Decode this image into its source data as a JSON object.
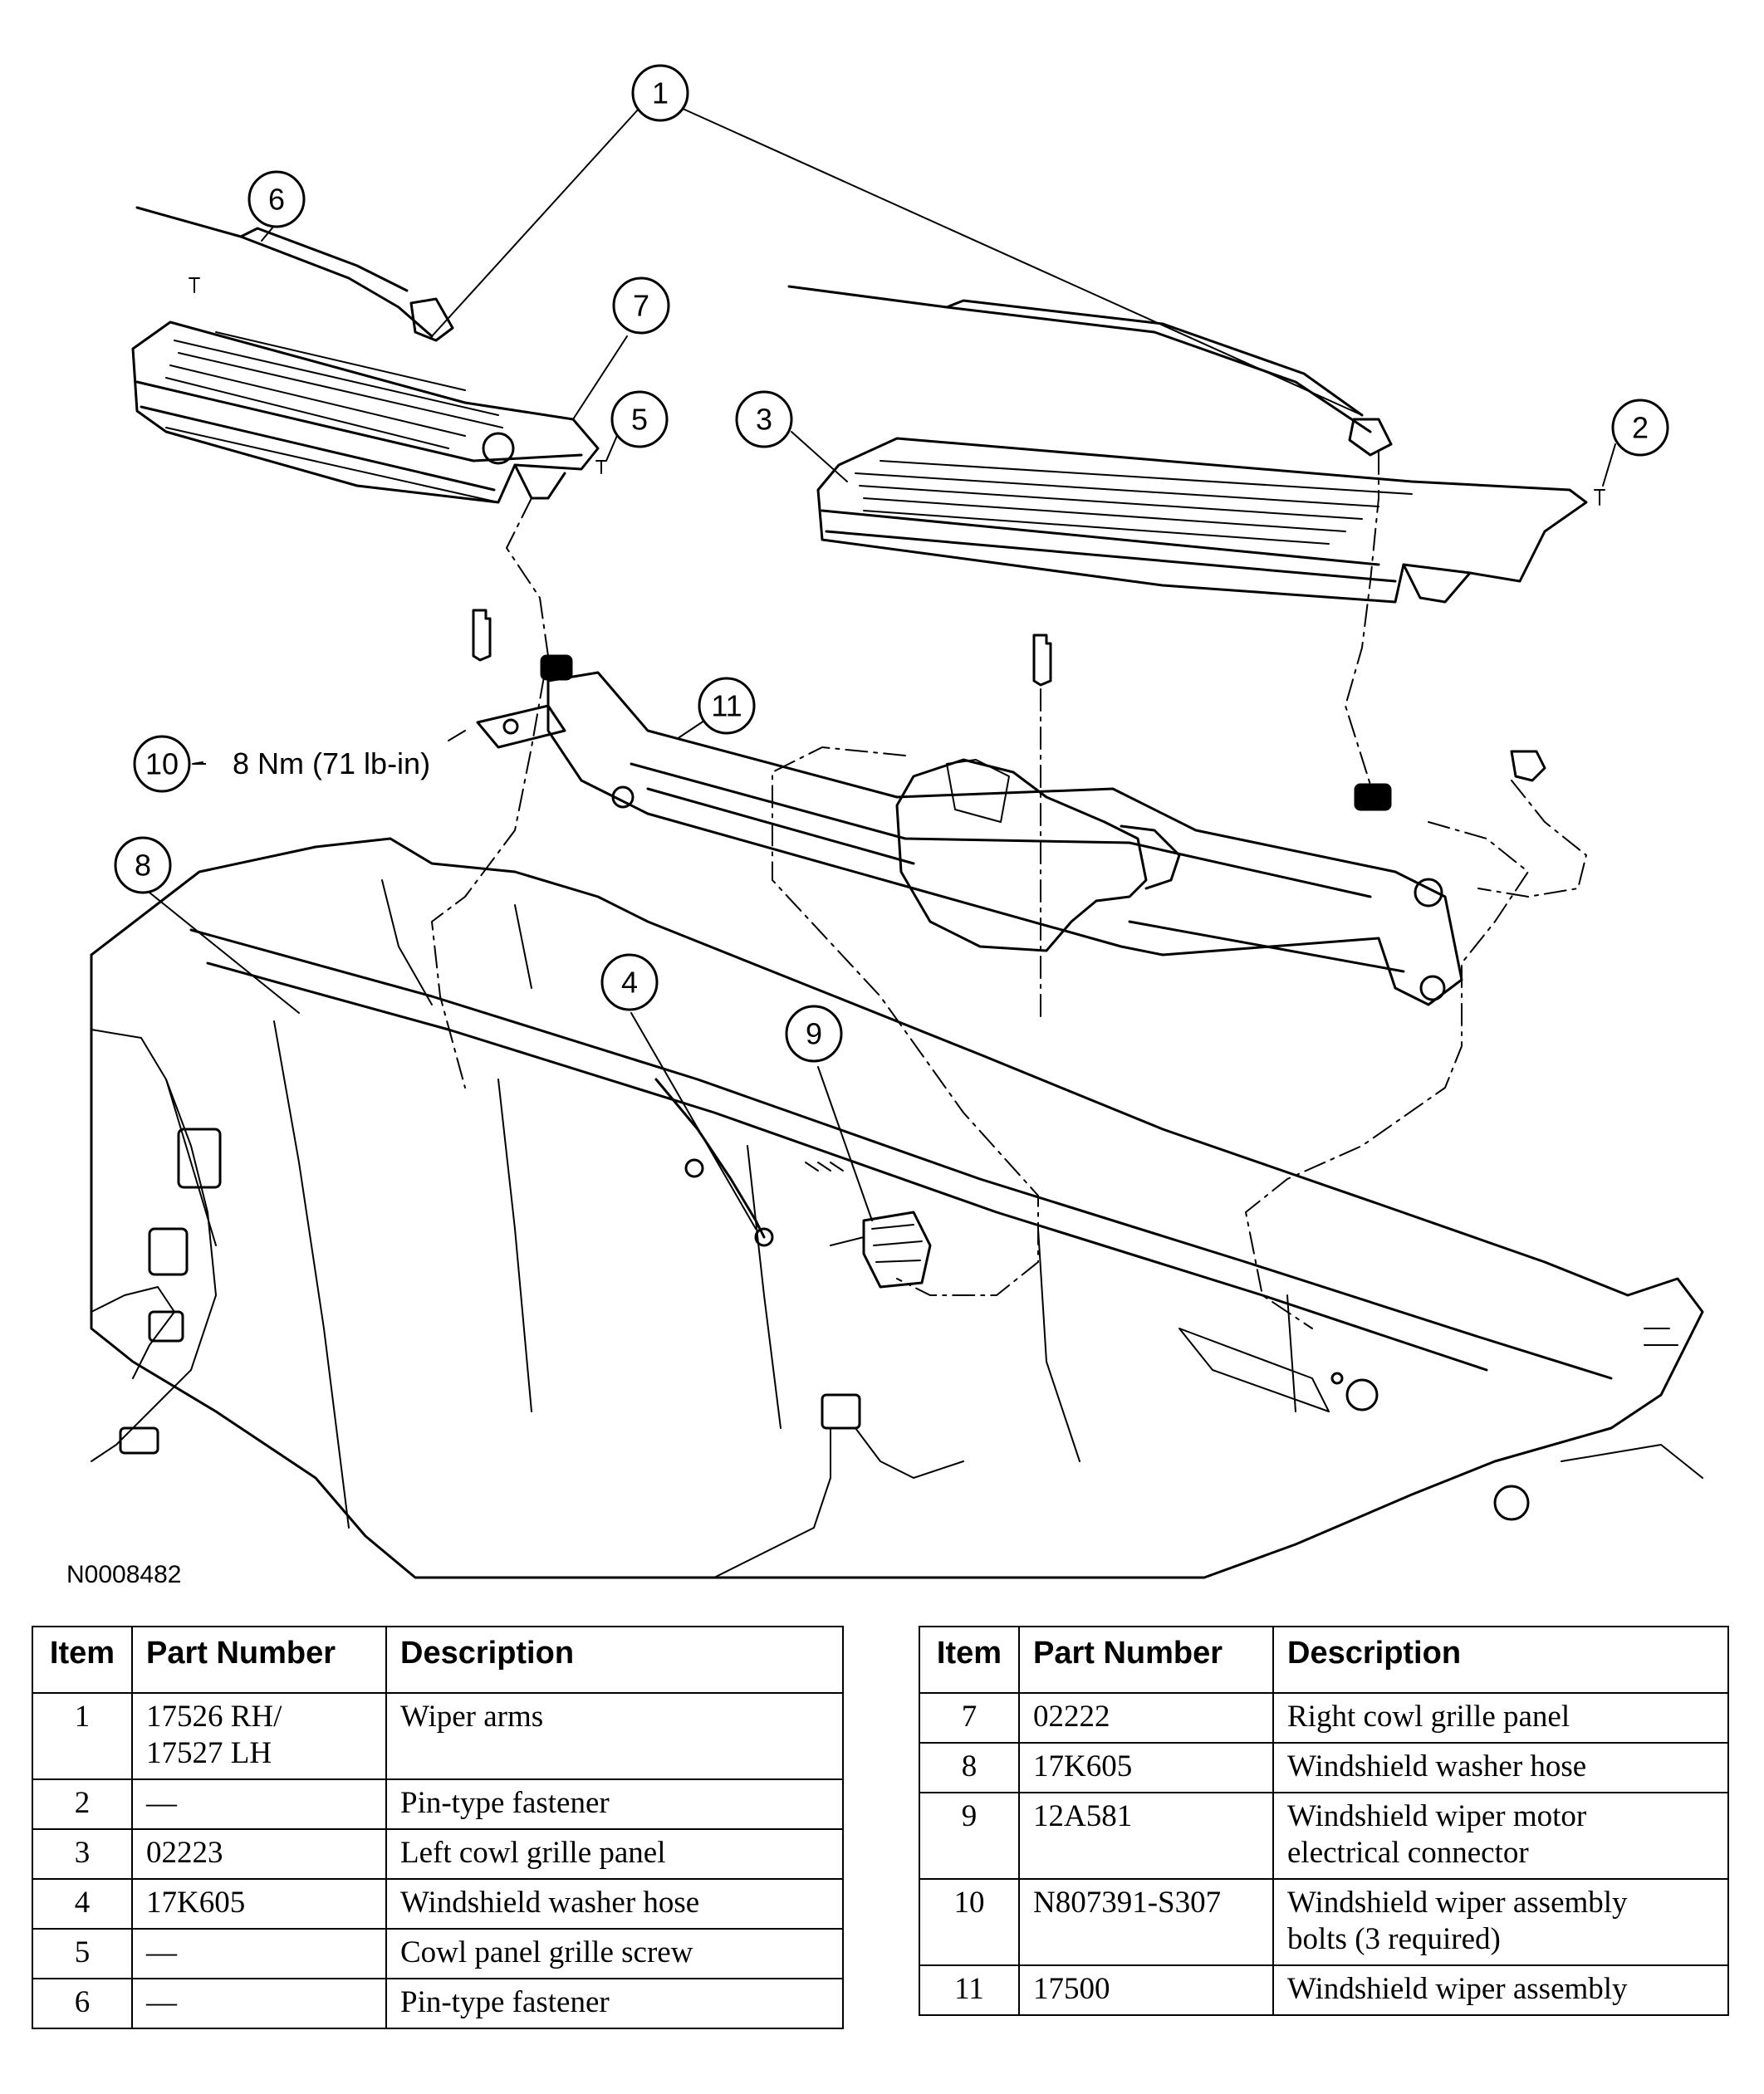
{
  "figure_id": "N0008482",
  "torque_label": "8 Nm (71 lb-in)",
  "callouts": [
    "1",
    "2",
    "3",
    "4",
    "5",
    "6",
    "7",
    "8",
    "9",
    "10",
    "11"
  ],
  "table_headers": {
    "item": "Item",
    "part_number": "Part Number",
    "description": "Description"
  },
  "table_left": [
    {
      "item": "1",
      "part": "17526 RH/\n17527 LH",
      "desc": "Wiper arms"
    },
    {
      "item": "2",
      "part": "—",
      "desc": "Pin-type fastener"
    },
    {
      "item": "3",
      "part": "02223",
      "desc": "Left cowl grille panel"
    },
    {
      "item": "4",
      "part": "17K605",
      "desc": "Windshield washer hose"
    },
    {
      "item": "5",
      "part": "—",
      "desc": "Cowl panel grille screw"
    },
    {
      "item": "6",
      "part": "—",
      "desc": "Pin-type fastener"
    }
  ],
  "table_right": [
    {
      "item": "7",
      "part": "02222",
      "desc": "Right cowl grille panel"
    },
    {
      "item": "8",
      "part": "17K605",
      "desc": "Windshield washer hose"
    },
    {
      "item": "9",
      "part": "12A581",
      "desc": "Windshield wiper motor\nelectrical connector"
    },
    {
      "item": "10",
      "part": "N807391-S307",
      "desc": "Windshield wiper assembly\nbolts (3 required)"
    },
    {
      "item": "11",
      "part": "17500",
      "desc": "Windshield wiper assembly"
    }
  ]
}
